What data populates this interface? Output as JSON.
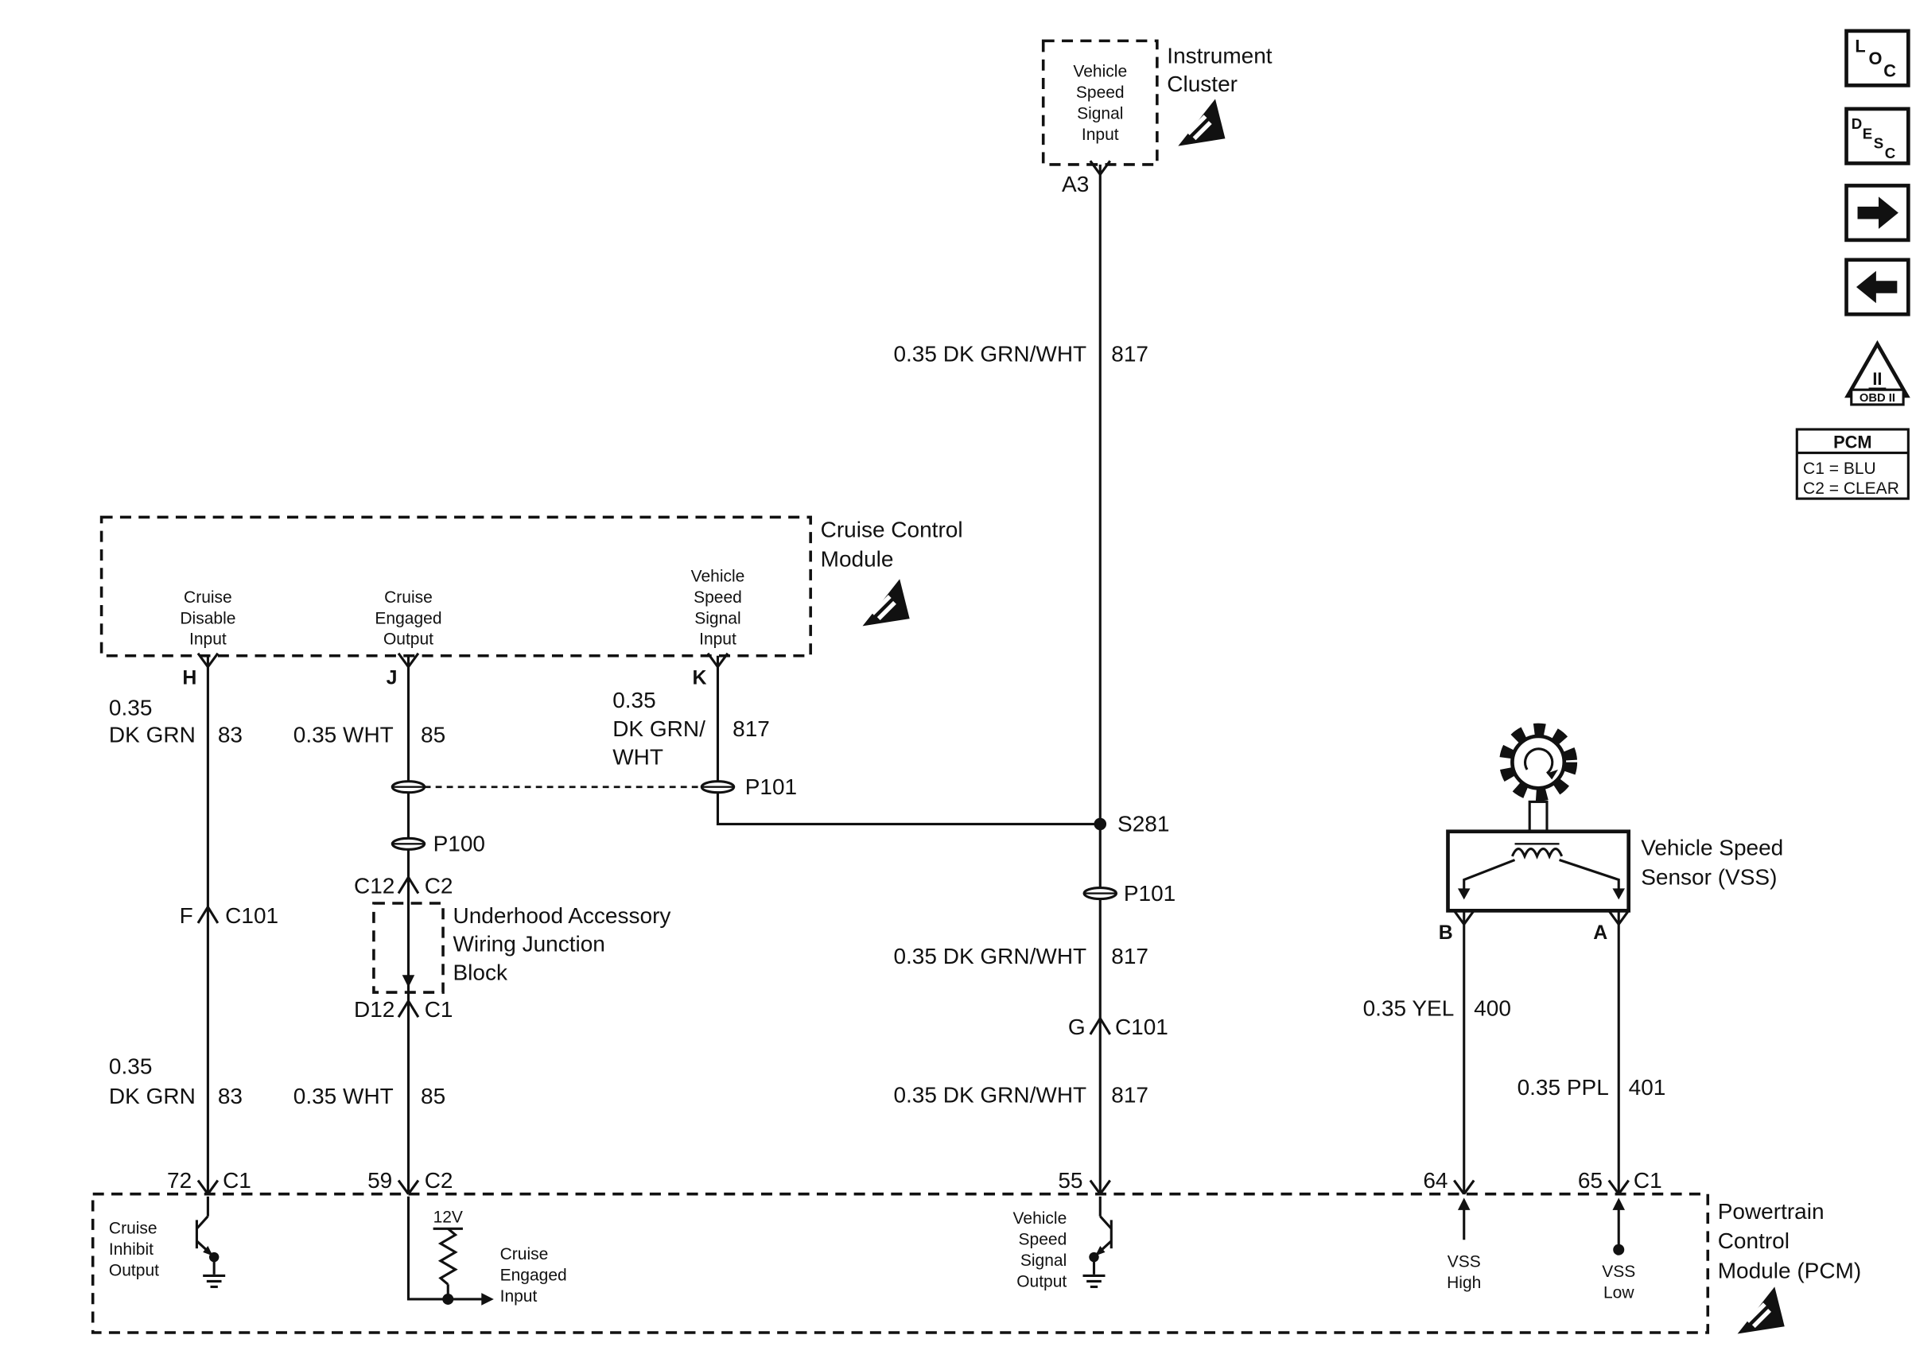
{
  "legend": {
    "loc": [
      "L",
      "O",
      "C"
    ],
    "desc": [
      "D",
      "E",
      "S",
      "C"
    ],
    "obd": {
      "numeral": "II",
      "label": "OBD II"
    },
    "pcm_key": {
      "title": "PCM",
      "c1": "C1 = BLU",
      "c2": "C2 = CLEAR"
    }
  },
  "instrument_cluster": {
    "title": [
      "Instrument",
      "Cluster"
    ],
    "signal": [
      "Vehicle",
      "Speed",
      "Signal",
      "Input"
    ],
    "pin": "A3"
  },
  "main_wire": {
    "seg1": {
      "label": "0.35 DK GRN/WHT",
      "circuit": "817"
    },
    "splice": "S281",
    "p101": "P101",
    "seg2": {
      "label": "0.35 DK GRN/WHT",
      "circuit": "817"
    },
    "c101": {
      "pin": "G",
      "name": "C101"
    },
    "seg3": {
      "label": "0.35 DK GRN/WHT",
      "circuit": "817"
    }
  },
  "cruise_module": {
    "title": [
      "Cruise Control",
      "Module"
    ],
    "pin_h": {
      "letter": "H",
      "label": [
        "Cruise",
        "Disable",
        "Input"
      ]
    },
    "pin_j": {
      "letter": "J",
      "label": [
        "Cruise",
        "Engaged",
        "Output"
      ]
    },
    "pin_k": {
      "letter": "K",
      "label": [
        "Vehicle",
        "Speed",
        "Signal",
        "Input"
      ]
    }
  },
  "h_wire": {
    "seg1": {
      "size": "0.35",
      "color": "DK GRN",
      "circuit": "83"
    },
    "c101": {
      "pin": "F",
      "name": "C101"
    },
    "seg2": {
      "size": "0.35",
      "color": "DK GRN",
      "circuit": "83"
    }
  },
  "j_wire": {
    "seg1": {
      "label": "0.35 WHT",
      "circuit": "85"
    },
    "p100": "P100",
    "seg2": {
      "label": "0.35 WHT",
      "circuit": "85"
    }
  },
  "k_wire": {
    "size": "0.35",
    "color1": "DK GRN/",
    "color2": "WHT",
    "circuit": "817",
    "p101": "P101"
  },
  "junction_block": {
    "title": [
      "Underhood Accessory",
      "Wiring Junction",
      "Block"
    ],
    "c12": "C12",
    "c2": "C2",
    "d12": "D12",
    "c1": "C1"
  },
  "vss": {
    "title": [
      "Vehicle Speed",
      "Sensor (VSS)"
    ],
    "pin_b": "B",
    "pin_a": "A",
    "b_wire": {
      "label": "0.35 YEL",
      "circuit": "400"
    },
    "a_wire": {
      "label": "0.35 PPL",
      "circuit": "401"
    }
  },
  "pcm": {
    "title": [
      "Powertrain",
      "Control",
      "Module (PCM)"
    ],
    "pin72": {
      "num": "72",
      "conn": "C1"
    },
    "pin59": {
      "num": "59",
      "conn": "C2"
    },
    "pin55": {
      "num": "55"
    },
    "pin64": {
      "num": "64"
    },
    "pin65": {
      "num": "65",
      "conn": "C1"
    },
    "cruise_inhibit": [
      "Cruise",
      "Inhibit",
      "Output"
    ],
    "supply": "12V",
    "cruise_engaged": [
      "Cruise",
      "Engaged",
      "Input"
    ],
    "vss_output": [
      "Vehicle",
      "Speed",
      "Signal",
      "Output"
    ],
    "vss_high": [
      "VSS",
      "High"
    ],
    "vss_low": [
      "VSS",
      "Low"
    ]
  }
}
